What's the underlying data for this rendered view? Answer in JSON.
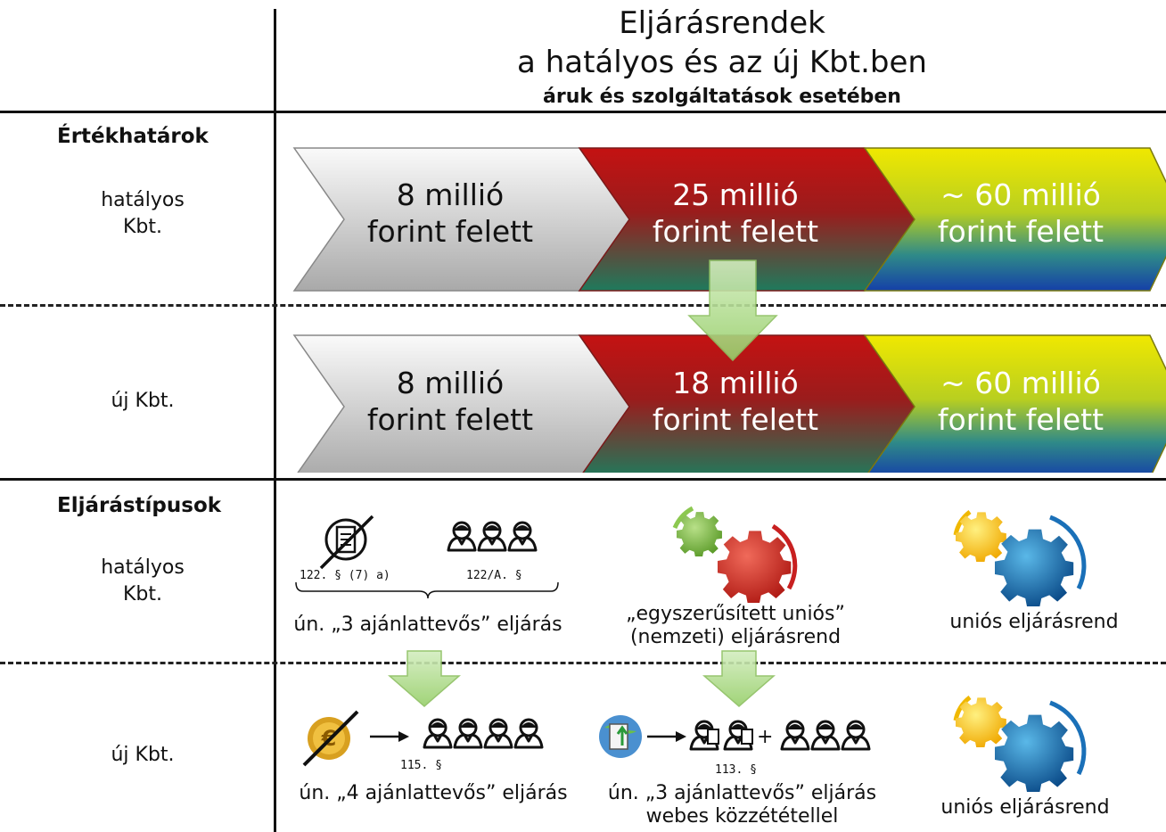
{
  "title": {
    "line1": "Eljárásrendek",
    "line2": "a hatályos és az új Kbt.ben",
    "subtitle": "áruk és szolgáltatások esetében"
  },
  "sections": {
    "thresholds": "Értékhatárok",
    "procedures": "Eljárástípusok"
  },
  "row_labels": {
    "current": "hatályos Kbt.",
    "new": "új Kbt."
  },
  "thresholds_current": [
    {
      "line1": "8 millió",
      "line2": "forint felett"
    },
    {
      "line1": "25 millió",
      "line2": "forint felett"
    },
    {
      "line1": "~ 60 millió",
      "line2": "forint felett"
    }
  ],
  "thresholds_new": [
    {
      "line1": "8 millió",
      "line2": "forint felett"
    },
    {
      "line1": "18 millió",
      "line2": "forint felett"
    },
    {
      "line1": "~ 60 millió",
      "line2": "forint felett"
    }
  ],
  "procedures_current": {
    "ref_a": "122. § (7) a)",
    "ref_b": "122/A. §",
    "proc1": "ún. „3 ajánlattevős” eljárás",
    "proc2_line1": "„egyszerűsített uniós”",
    "proc2_line2": "(nemzeti) eljárásrend",
    "proc3": "uniós eljárásrend"
  },
  "procedures_new": {
    "ref1": "115. §",
    "ref2": "113. §",
    "plus": "+",
    "proc1": "ún. „4 ajánlattevős” eljárás",
    "proc2_line1": "ún. „3 ajánlattevős” eljárás",
    "proc2_line2": "webes közzététellel",
    "proc3": "uniós eljárásrend"
  },
  "colors": {
    "grey_chevron": "#c8c8c8",
    "red": "#b01818",
    "green": "#2a7a52",
    "yellow": "#e8e000",
    "blue": "#1a5aa0",
    "arrow_green": "#a8d878"
  }
}
